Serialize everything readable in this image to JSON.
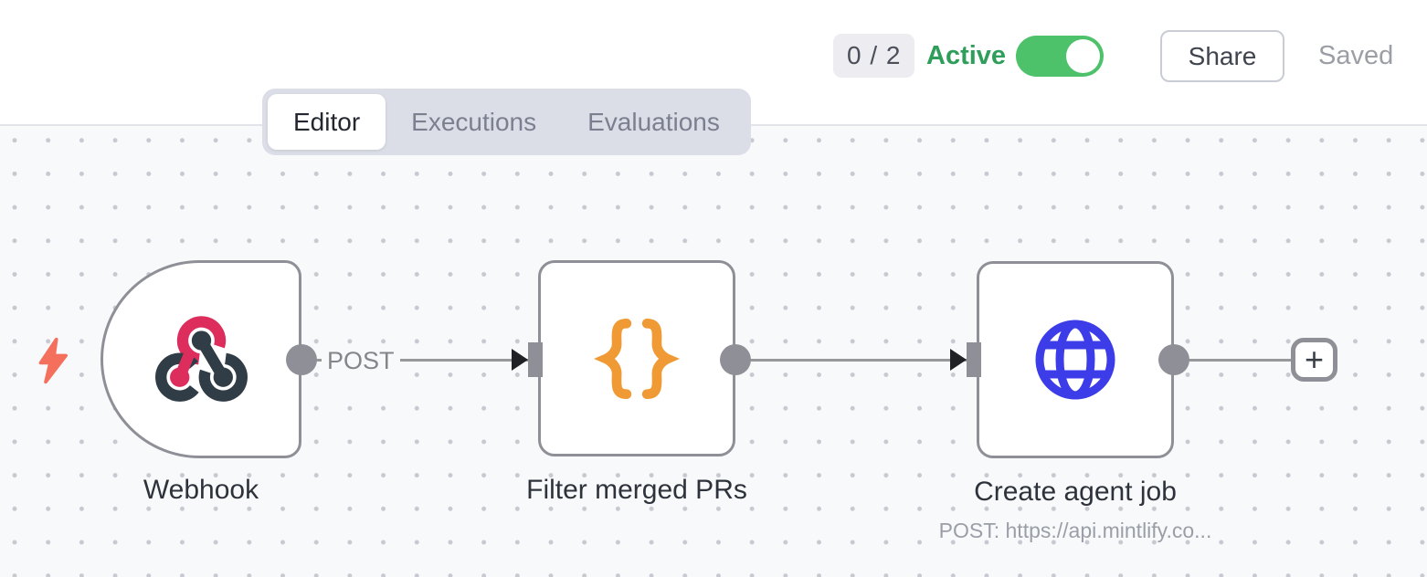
{
  "header": {
    "issue_count": "0 / 2",
    "active_label": "Active",
    "active_state": "on",
    "share_label": "Share",
    "save_status": "Saved"
  },
  "tabs": {
    "editor": "Editor",
    "executions": "Executions",
    "evaluations": "Evaluations"
  },
  "workflow": {
    "nodes": [
      {
        "name": "Webhook",
        "type": "webhook-trigger",
        "icon": "webhook-icon",
        "output_label": "POST"
      },
      {
        "name": "Filter merged PRs",
        "type": "code",
        "icon": "code-braces-icon"
      },
      {
        "name": "Create agent job",
        "type": "http-request",
        "icon": "globe-icon",
        "subtitle": "POST: https://api.mintlify.co..."
      }
    ],
    "add_node_label": "+"
  },
  "colors": {
    "active_green": "#2f9e5b",
    "toggle_green": "#4ec16b",
    "node_border_gray": "#8f9097",
    "wire_gray": "#97989c",
    "webhook_pink": "#dd2d5d",
    "webhook_slate": "#303c46",
    "code_orange": "#f09a35",
    "http_blue": "#3c3ce8",
    "trigger_bolt_coral": "#f4705c",
    "canvas_bg": "#f8f9fb",
    "tabbar_bg": "#dbdee7"
  }
}
